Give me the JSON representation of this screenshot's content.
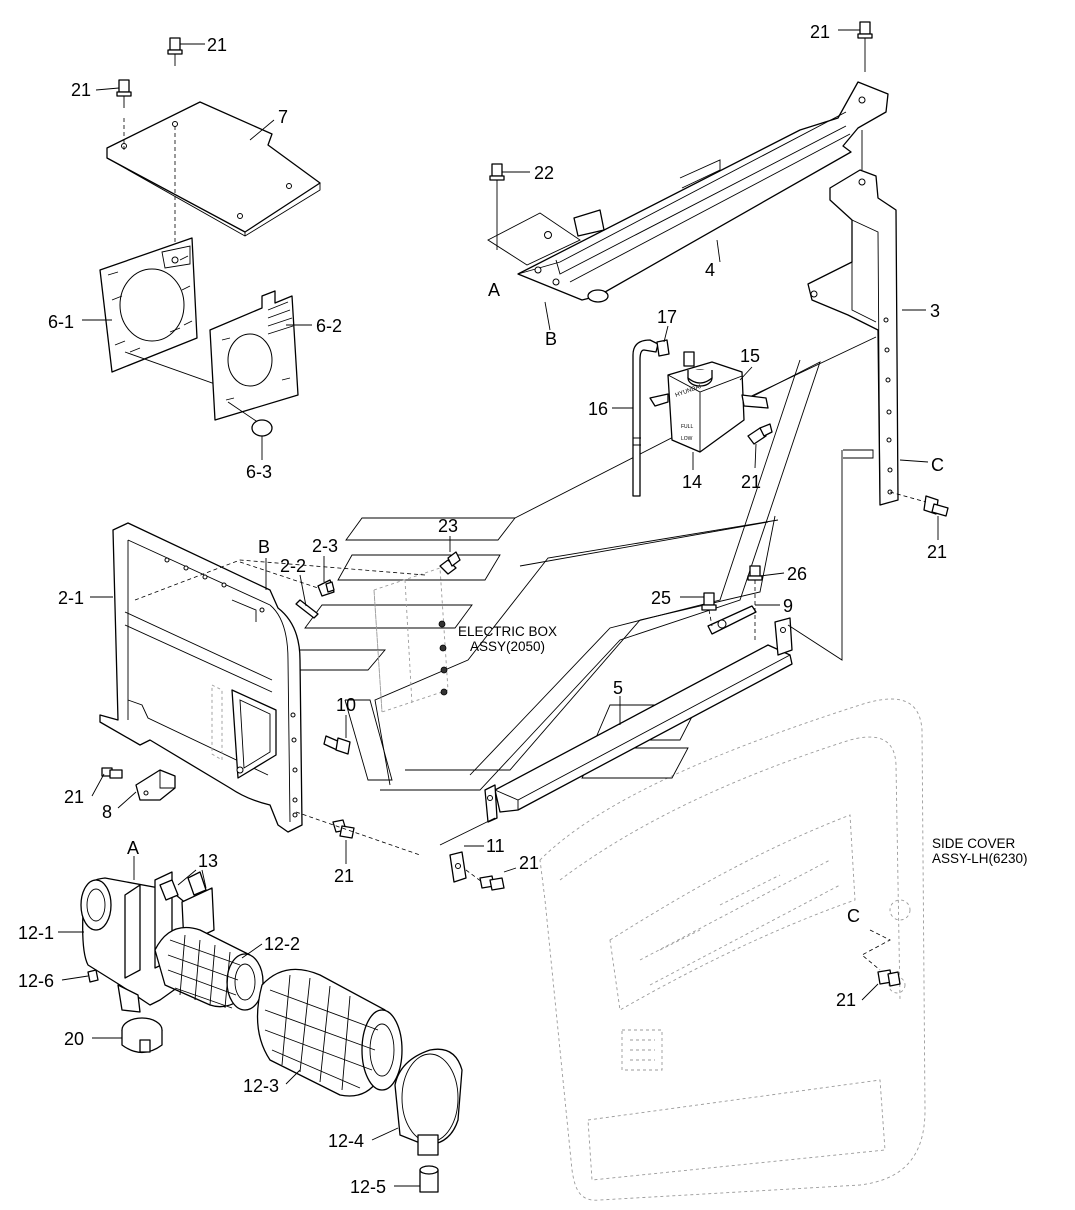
{
  "diagram": {
    "callouts": {
      "c21_top_plate": "21",
      "c21_left_plate": "21",
      "c7": "7",
      "c6_1": "6-1",
      "c6_2": "6-2",
      "c6_3": "6-3",
      "c21_top_right": "21",
      "c22": "22",
      "cA_upper": "A",
      "cB_upper": "B",
      "c4": "4",
      "c3": "3",
      "c17": "17",
      "c15": "15",
      "c16": "16",
      "c14": "14",
      "c21_tank": "21",
      "cC_right": "C",
      "c21_right_bracket": "21",
      "c2_1": "2-1",
      "cB_frame": "B",
      "c2_2": "2-2",
      "c2_3": "2-3",
      "c23": "23",
      "c26": "26",
      "c25": "25",
      "c9": "9",
      "c5": "5",
      "c10": "10",
      "c21_lower_left": "21",
      "c8": "8",
      "c21_frame_bottom": "21",
      "c11": "11",
      "c21_bracket11": "21",
      "cA_lower": "A",
      "c13": "13",
      "c12_1": "12-1",
      "c12_6": "12-6",
      "c12_2": "12-2",
      "c20": "20",
      "c12_3": "12-3",
      "c12_4": "12-4",
      "c12_5": "12-5",
      "cC_cover": "C",
      "c21_cover": "21"
    },
    "notes": {
      "electric_box_line1": "ELECTRIC BOX",
      "electric_box_line2": "ASSY(2050)",
      "side_cover_line1": "SIDE COVER",
      "side_cover_line2": "ASSY-LH(6230)"
    },
    "markings": {
      "tank_brand": "HYUNDAI",
      "tank_full": "FULL",
      "tank_low": "LOW"
    }
  }
}
